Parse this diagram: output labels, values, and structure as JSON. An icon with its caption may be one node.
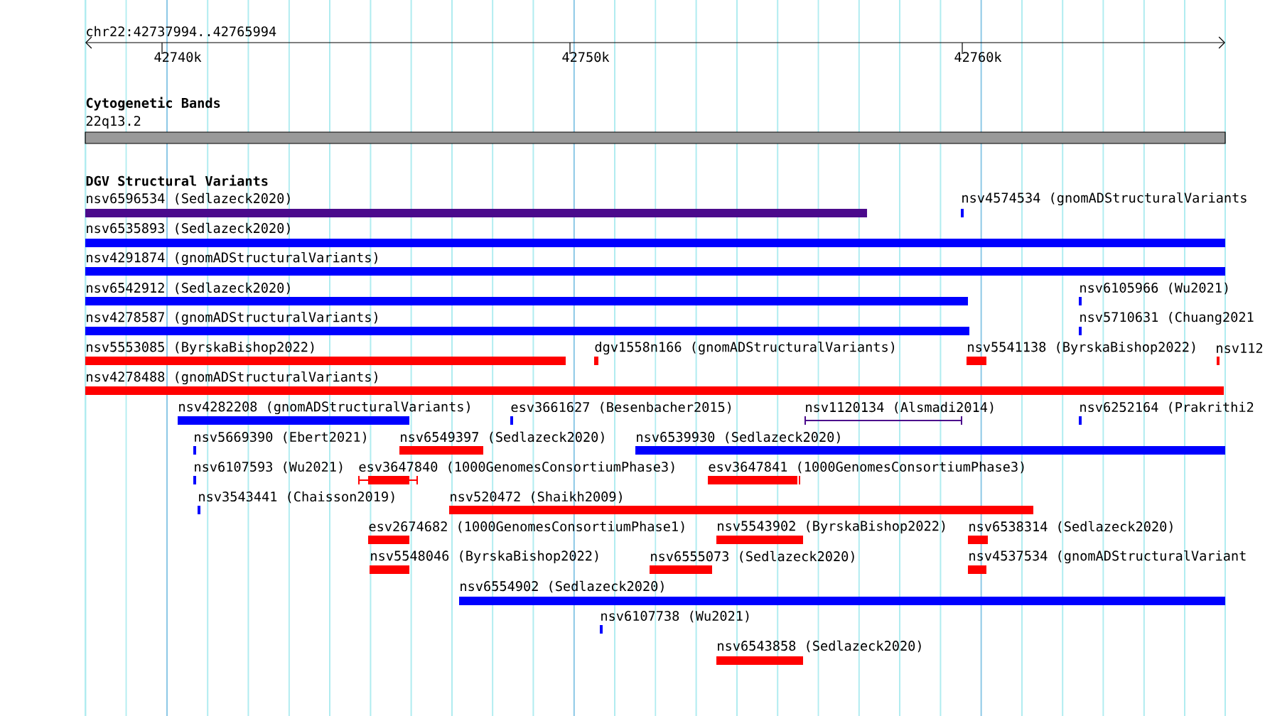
{
  "diagram": {
    "nodes": [
      {
        "text": [
          "22q13.2"
        ]
      },
      {
        "text": [
          "nsv6596534 (Sedlazeck2020)"
        ]
      },
      {
        "text": [
          "nsv4574534 (gnomADStructuralVariants"
        ]
      },
      {
        "text": [
          "nsv6535893 (Sedlazeck2020)"
        ]
      },
      {
        "text": [
          "nsv4291874 (gnomADStructuralVariants)"
        ]
      },
      {
        "text": [
          "nsv6542912 (Sedlazeck2020)"
        ]
      },
      {
        "text": [
          "nsv6105966 (Wu2021)"
        ]
      },
      {
        "text": [
          "nsv4278587 (gnomADStructuralVariants)"
        ]
      },
      {
        "text": [
          "nsv5710631 (Chuang2021"
        ]
      },
      {
        "text": [
          "nsv5553085 (ByrskaBishop2022)"
        ]
      },
      {
        "text": [
          "dgv1558n166 (gnomADStructuralVariants)"
        ]
      },
      {
        "text": [
          "nsv5541138 (ByrskaBishop2022)"
        ]
      },
      {
        "text": [
          "nsv112"
        ]
      },
      {
        "text": [
          "nsv4278488 (gnomADStructuralVariants)"
        ]
      },
      {
        "text": [
          "nsv4282208 (gnomADStructuralVariants)"
        ]
      },
      {
        "text": [
          "esv3661627 (Besenbacher2015)"
        ]
      },
      {
        "text": [
          "nsv1120134 (Alsmadi2014)"
        ]
      },
      {
        "text": [
          "nsv6252164 (Prakrithi2"
        ]
      },
      {
        "text": [
          "nsv5669390 (Ebert2021)"
        ]
      },
      {
        "text": [
          "nsv6549397 (Sedlazeck2020)"
        ]
      },
      {
        "text": [
          "nsv6539930 (Sedlazeck2020)"
        ]
      },
      {
        "text": [
          "nsv6107593 (Wu2021)"
        ]
      },
      {
        "text": [
          "esv3647840 (1000GenomesConsortiumPhase3)"
        ]
      },
      {
        "text": [
          "esv3647841 (1000GenomesConsortiumPhase3)"
        ]
      },
      {
        "text": [
          "nsv3543441 (Chaisson2019)"
        ]
      },
      {
        "text": [
          "nsv520472 (Shaikh2009)"
        ]
      },
      {
        "text": [
          "esv2674682 (1000GenomesConsortiumPhase1)"
        ]
      },
      {
        "text": [
          "nsv5543902 (ByrskaBishop2022)"
        ]
      },
      {
        "text": [
          "nsv6538314 (Sedlazeck2020)"
        ]
      },
      {
        "text": [
          "nsv5548046 (ByrskaBishop2022)"
        ]
      },
      {
        "text": [
          "nsv6555073 (Sedlazeck2020)"
        ]
      },
      {
        "text": [
          "nsv4537534 (gnomADStructuralVariant"
        ]
      },
      {
        "text": [
          "nsv6554902 (Sedlazeck2020)"
        ]
      },
      {
        "text": [
          "nsv6107738 (Wu2021)"
        ]
      },
      {
        "text": [
          "nsv6543858 (Sedlazeck2020)"
        ]
      }
    ],
    "labels": [
      "chr22:42737994..42765994",
      "42740k",
      "42750k",
      "42760k",
      "Cytogenetic Bands",
      "DGV Structural Variants"
    ]
  }
}
